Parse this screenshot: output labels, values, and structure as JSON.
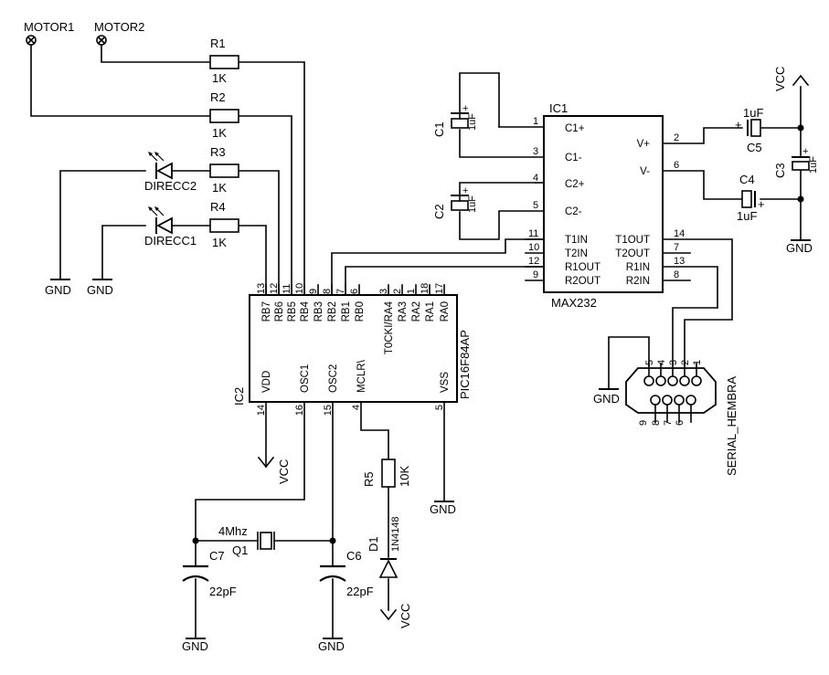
{
  "terminals": {
    "motor1": "MOTOR1",
    "motor2": "MOTOR2"
  },
  "resistors": {
    "r1": {
      "name": "R1",
      "value": "1K"
    },
    "r2": {
      "name": "R2",
      "value": "1K"
    },
    "r3": {
      "name": "R3",
      "value": "1K"
    },
    "r4": {
      "name": "R4",
      "value": "1K"
    },
    "r5": {
      "name": "R5",
      "value": "10K"
    }
  },
  "leds": {
    "d_direcc2": "DIRECC2",
    "d_direcc1": "DIRECC1"
  },
  "power": {
    "gnd": "GND",
    "vcc": "VCC"
  },
  "pic": {
    "ref": "IC2",
    "part": "PIC16F84AP",
    "top_pins": [
      {
        "num": "13",
        "name": "RB7"
      },
      {
        "num": "12",
        "name": "RB6"
      },
      {
        "num": "11",
        "name": "RB5"
      },
      {
        "num": "10",
        "name": "RB4"
      },
      {
        "num": "9",
        "name": "RB3"
      },
      {
        "num": "8",
        "name": "RB2"
      },
      {
        "num": "7",
        "name": "RB1"
      },
      {
        "num": "6",
        "name": "RB0"
      },
      {
        "num": "3",
        "name": "T0CKI/RA4"
      },
      {
        "num": "2",
        "name": "RA3"
      },
      {
        "num": "1",
        "name": "RA2"
      },
      {
        "num": "18",
        "name": "RA1"
      },
      {
        "num": "17",
        "name": "RA0"
      }
    ],
    "bottom_pins": [
      {
        "num": "14",
        "name": "VDD"
      },
      {
        "num": "16",
        "name": "OSC1"
      },
      {
        "num": "15",
        "name": "OSC2"
      },
      {
        "num": "4",
        "name": "MCLR\\"
      },
      {
        "num": "5",
        "name": "VSS"
      }
    ]
  },
  "max232": {
    "ref": "IC1",
    "part": "MAX232",
    "left_pins": [
      {
        "num": "1",
        "name": "C1+"
      },
      {
        "num": "3",
        "name": "C1-"
      },
      {
        "num": "4",
        "name": "C2+"
      },
      {
        "num": "5",
        "name": "C2-"
      },
      {
        "num": "11",
        "name": "T1IN"
      },
      {
        "num": "10",
        "name": "T2IN"
      },
      {
        "num": "12",
        "name": "R1OUT"
      },
      {
        "num": "9",
        "name": "R2OUT"
      }
    ],
    "right_pins": [
      {
        "num": "2",
        "name": "V+"
      },
      {
        "num": "6",
        "name": "V-"
      },
      {
        "num": "14",
        "name": "T1OUT"
      },
      {
        "num": "7",
        "name": "T2OUT"
      },
      {
        "num": "13",
        "name": "R1IN"
      },
      {
        "num": "8",
        "name": "R2IN"
      }
    ]
  },
  "capacitors": {
    "c1": {
      "name": "C1",
      "value": "1uF"
    },
    "c2": {
      "name": "C2",
      "value": "1uF"
    },
    "c3": {
      "name": "C3",
      "value": "1uF"
    },
    "c4": {
      "name": "C4",
      "value": "1uF"
    },
    "c5": {
      "name": "C5",
      "value": "1uF"
    },
    "c6": {
      "name": "C6",
      "value": "22pF"
    },
    "c7": {
      "name": "C7",
      "value": "22pF"
    },
    "plus": "+"
  },
  "crystal": {
    "name": "Q1",
    "value": "4Mhz"
  },
  "diode": {
    "name": "D1",
    "value": "1N4148"
  },
  "connector": {
    "name": "SERIAL_HEMBRA",
    "top_pins": [
      "5",
      "4",
      "3",
      "2",
      "1"
    ],
    "bottom_pins": [
      "9",
      "8",
      "7",
      "6"
    ]
  }
}
